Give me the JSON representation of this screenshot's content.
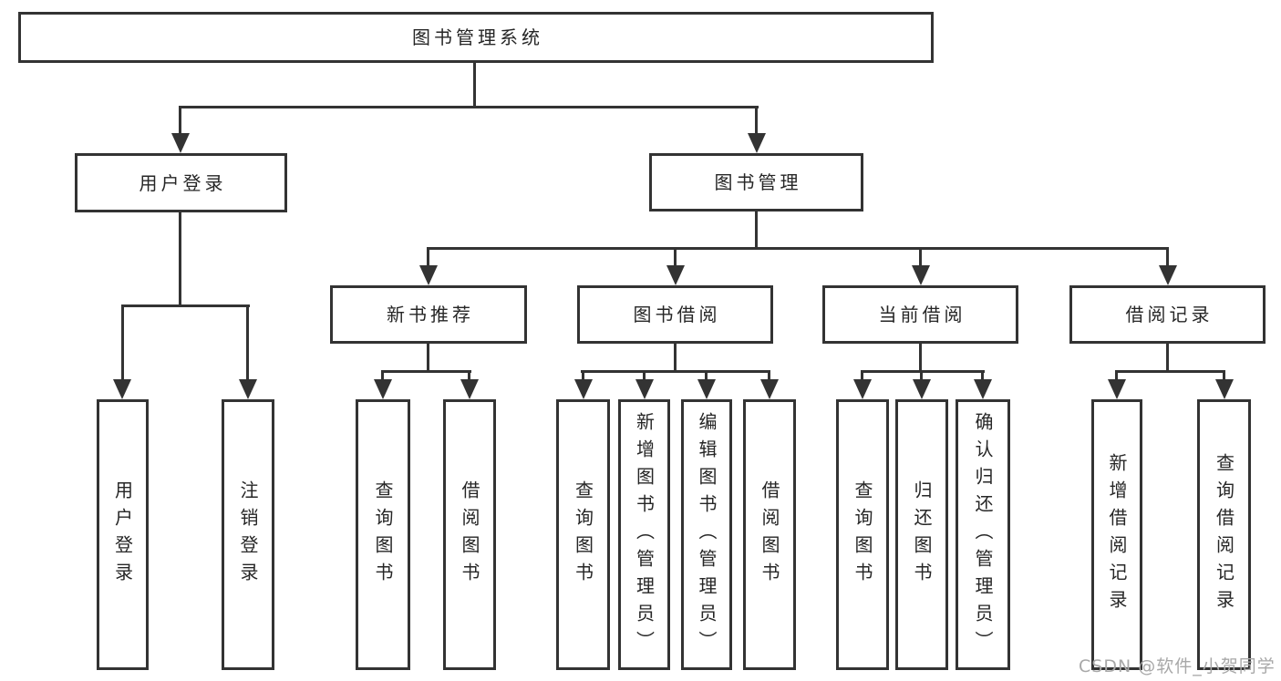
{
  "tree": {
    "root": {
      "label": "图书管理系统"
    },
    "children": [
      {
        "label": "用户登录",
        "children": [
          {
            "label": "用户登录"
          },
          {
            "label": "注销登录"
          }
        ]
      },
      {
        "label": "图书管理",
        "children": [
          {
            "label": "新书推荐",
            "children": [
              {
                "label": "查询图书"
              },
              {
                "label": "借阅图书"
              }
            ]
          },
          {
            "label": "图书借阅",
            "children": [
              {
                "label": "查询图书"
              },
              {
                "label": "新增图书（管理员）"
              },
              {
                "label": "编辑图书（管理员）"
              },
              {
                "label": "借阅图书"
              }
            ]
          },
          {
            "label": "当前借阅",
            "children": [
              {
                "label": "查询图书"
              },
              {
                "label": "归还图书"
              },
              {
                "label": "确认归还（管理员）"
              }
            ]
          },
          {
            "label": "借阅记录",
            "children": [
              {
                "label": "新增借阅记录"
              },
              {
                "label": "查询借阅记录"
              }
            ]
          }
        ]
      }
    ]
  },
  "watermark": {
    "text": "CSDN @软件_小贺同学"
  },
  "colors": {
    "line": "#333333",
    "box_border": "#333333",
    "text": "#262626",
    "watermark": "#a8a8a8",
    "background": "#ffffff"
  }
}
